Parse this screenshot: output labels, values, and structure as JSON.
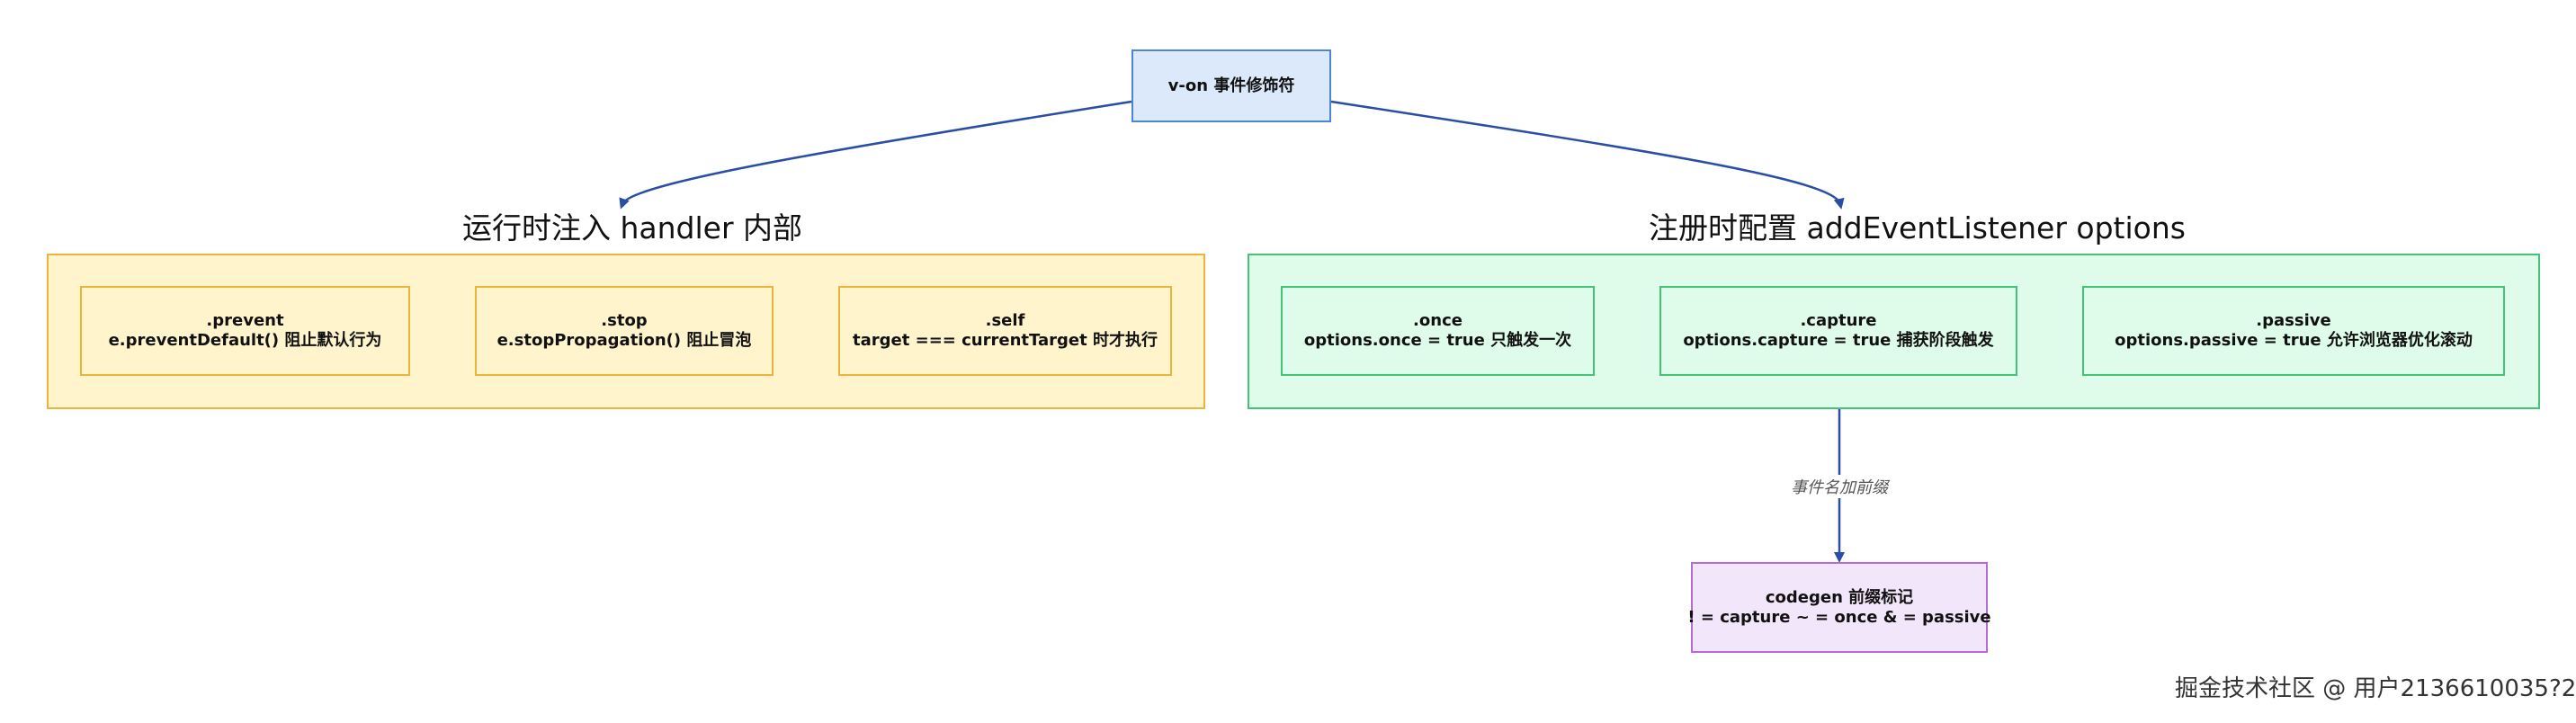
{
  "root": {
    "label": "v-on 事件修饰符"
  },
  "runtime_group": {
    "title": "运行时注入 handler 内部",
    "items": [
      {
        "name": ".prevent",
        "desc": "e.preventDefault() 阻止默认行为"
      },
      {
        "name": ".stop",
        "desc": "e.stopPropagation() 阻止冒泡"
      },
      {
        "name": ".self",
        "desc": "target === currentTarget 时才执行"
      }
    ]
  },
  "register_group": {
    "title": "注册时配置 addEventListener options",
    "items": [
      {
        "name": ".once",
        "desc": "options.once = true 只触发一次"
      },
      {
        "name": ".capture",
        "desc": "options.capture = true 捕获阶段触发"
      },
      {
        "name": ".passive",
        "desc": "options.passive = true 允许浏览器优化滚动"
      }
    ]
  },
  "edge_label": "事件名加前缀",
  "codegen": {
    "title": "codegen 前缀标记",
    "desc": "! = capture ~ = once & = passive"
  },
  "watermark": "掘金技术社区 @ 用户2136610035?2",
  "colors": {
    "edge": "#2a4ea3",
    "root_fill": "#dbe9fb",
    "runtime_fill": "#fff4cc",
    "register_fill": "#dffbe9",
    "codegen_fill": "#f2e6fb"
  }
}
